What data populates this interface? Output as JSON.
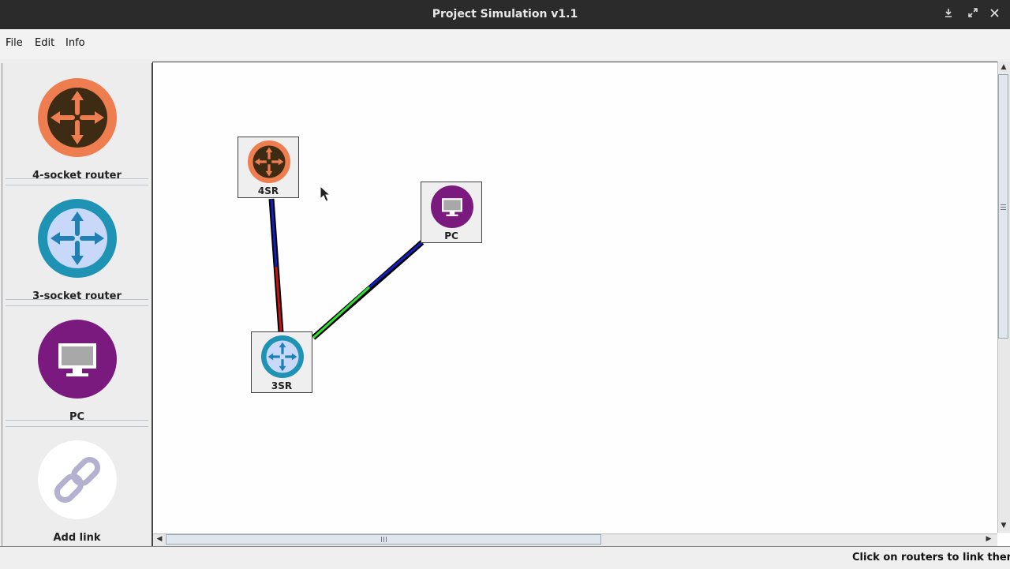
{
  "window": {
    "title": "Project Simulation v1.1"
  },
  "menu": {
    "file": "File",
    "edit": "Edit",
    "info": "Info"
  },
  "palette": {
    "items": [
      {
        "label": "4-socket router",
        "icon": "four-socket-router-icon",
        "color": "#ee7d4f"
      },
      {
        "label": "3-socket router",
        "icon": "three-socket-router-icon",
        "color": "#1f93b3"
      },
      {
        "label": "PC",
        "icon": "pc-icon",
        "color": "#7b1a7e"
      },
      {
        "label": "Add link",
        "icon": "link-icon",
        "color": "#ffffff"
      }
    ]
  },
  "canvas": {
    "nodes": [
      {
        "id": "4SR",
        "label": "4SR",
        "type": "4-socket router"
      },
      {
        "id": "PC",
        "label": "PC",
        "type": "PC"
      },
      {
        "id": "3SR",
        "label": "3SR",
        "type": "3-socket router"
      }
    ],
    "links": [
      {
        "from": "4SR",
        "to": "3SR",
        "colors": [
          "#1020c0",
          "#c81414"
        ]
      },
      {
        "from": "PC",
        "to": "3SR",
        "colors": [
          "#1020c0",
          "#30e030"
        ]
      }
    ]
  },
  "status": {
    "text": "Click on routers to link them"
  },
  "colors": {
    "titlebar": "#2b2b2b",
    "router4": "#ee7d4f",
    "router3": "#1f93b3",
    "pc": "#7b1a7e"
  }
}
